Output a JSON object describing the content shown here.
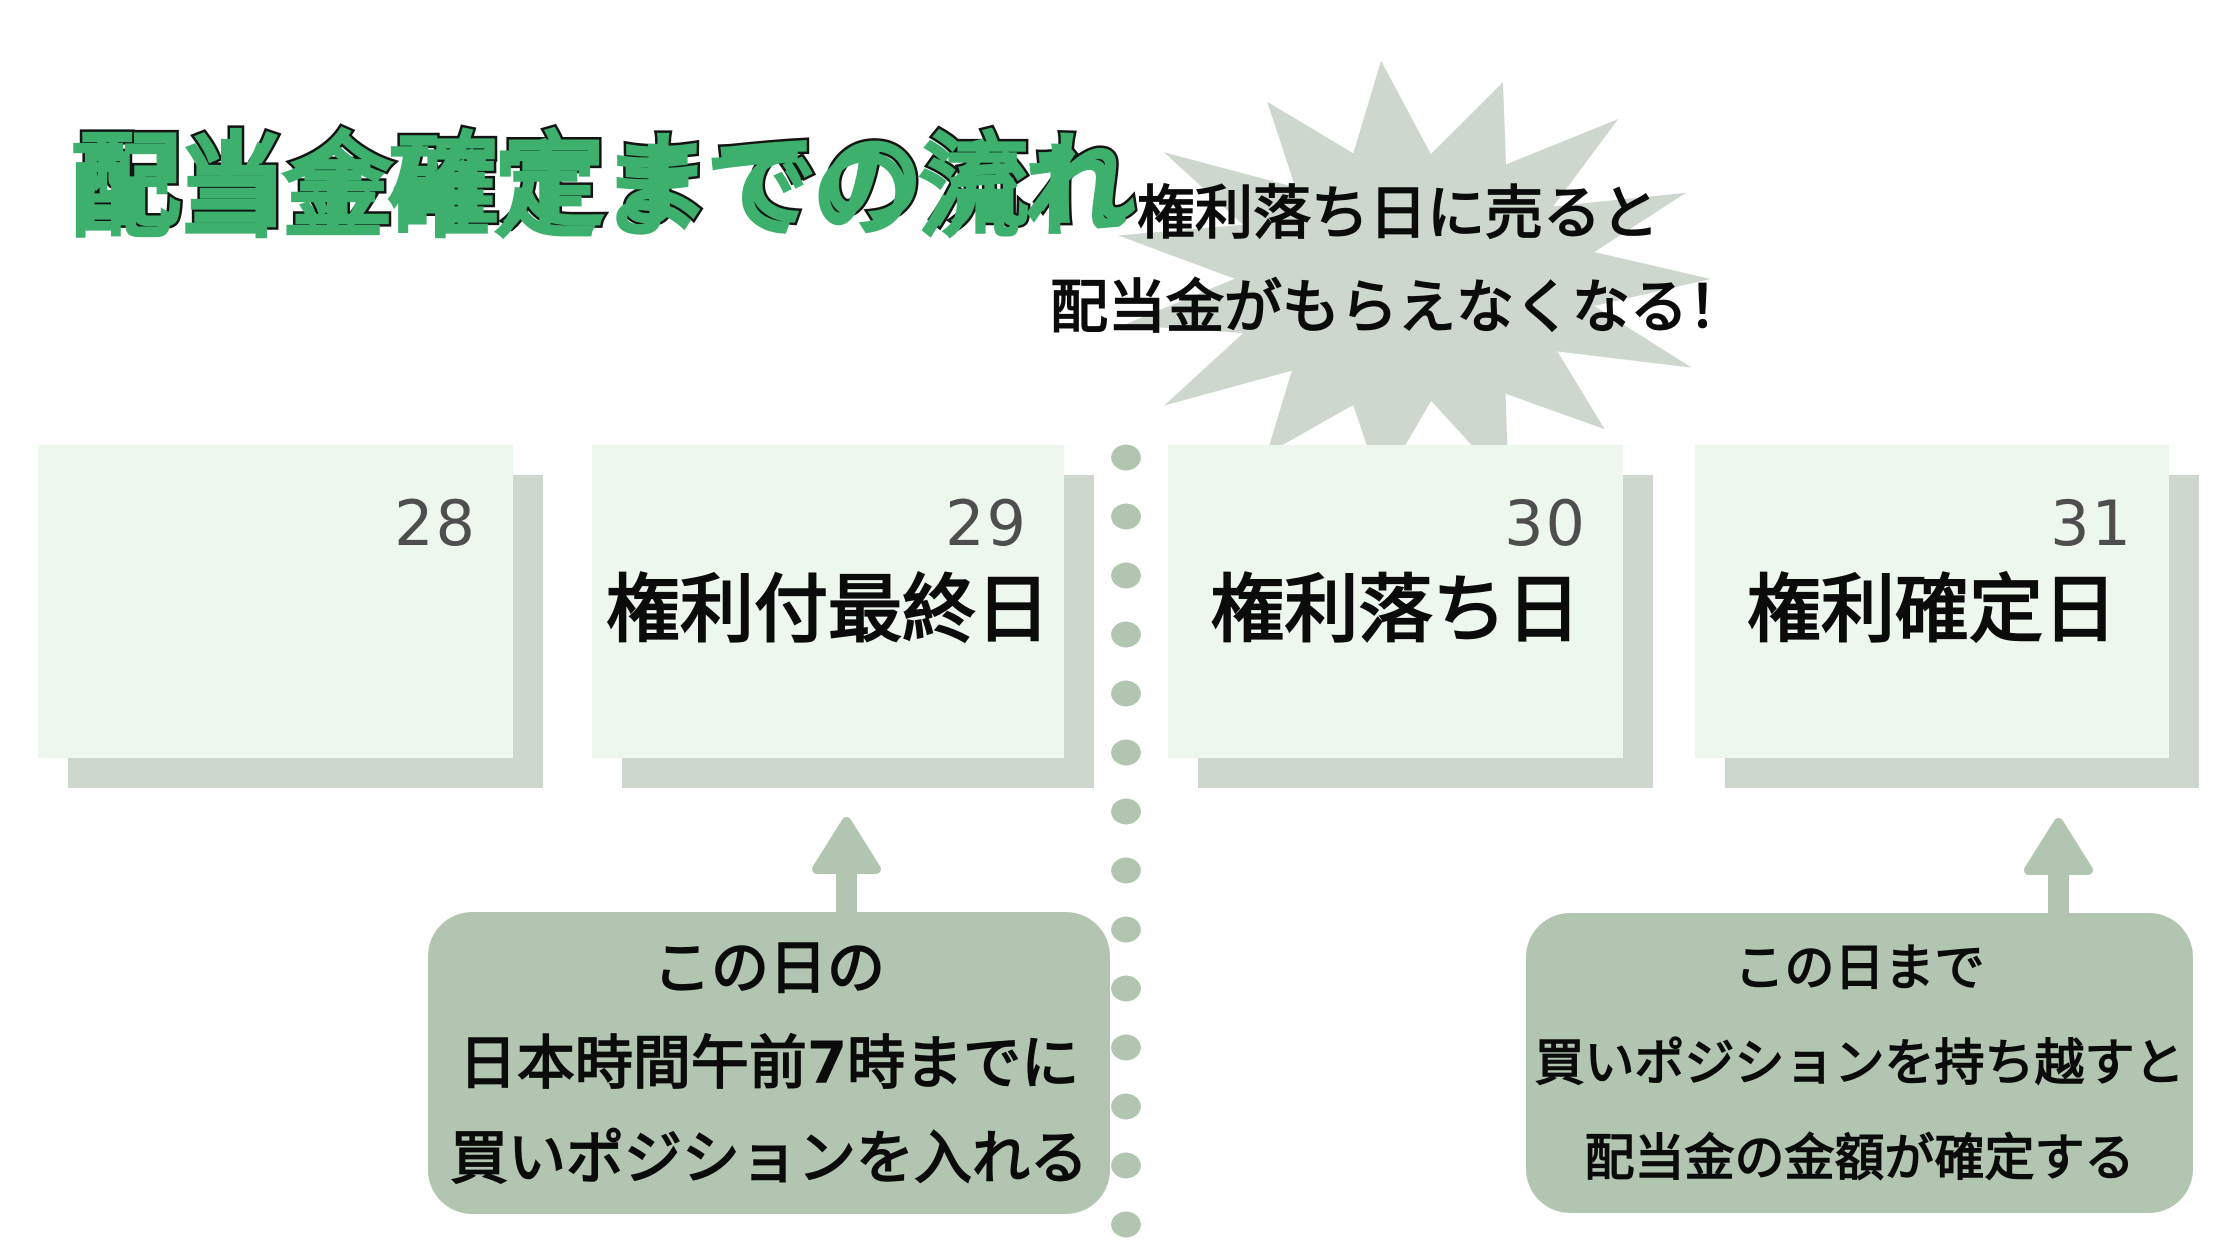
{
  "title": "配当金確定までの流れ",
  "warning_burst": {
    "line1": "権利落ち日に売ると",
    "line2": "配当金がもらえなくなる！"
  },
  "calendar": {
    "days": [
      {
        "date": "28",
        "label": ""
      },
      {
        "date": "29",
        "label": "権利付最終日"
      },
      {
        "date": "30",
        "label": "権利落ち日"
      },
      {
        "date": "31",
        "label": "権利確定日"
      }
    ]
  },
  "callouts": {
    "left": {
      "lines": [
        "この日の",
        "日本時間午前7時までに",
        "買いポジションを入れる"
      ]
    },
    "right": {
      "lines": [
        "この日まで",
        "買いポジションを持ち越すと",
        "配当金の金額が確定する"
      ]
    }
  },
  "colors": {
    "title_green": "#3cb06c",
    "outline_black": "#141414",
    "card_face": "#eef7ed",
    "card_shadow": "#ced7cd",
    "burst_fill": "#ced7cd",
    "callout_green": "#b2c5b0",
    "date_gray": "#4e4e4e"
  }
}
